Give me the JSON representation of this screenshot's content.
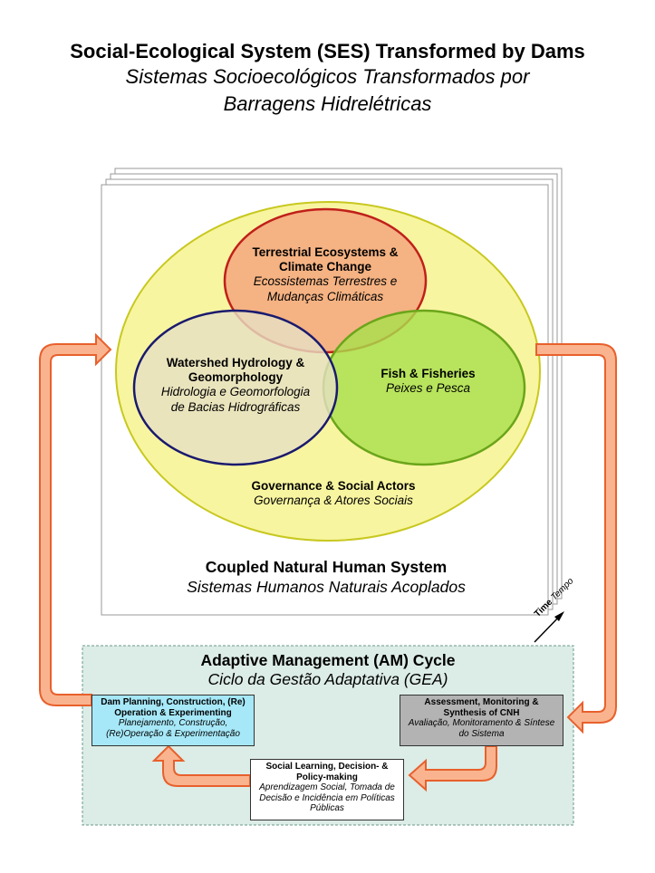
{
  "title": {
    "en": "Social-Ecological System (SES) Transformed by Dams",
    "pt_line1": "Sistemas Socioecológicos Transformados por",
    "pt_line2": "Barragens Hidrelétricas"
  },
  "circles": {
    "terrestrial": {
      "en_line1": "Terrestrial Ecosystems &",
      "en_line2": "Climate Change",
      "pt_line1": "Ecossistemas Terrestres e",
      "pt_line2": "Mudanças Climáticas",
      "color": "#f5a67c"
    },
    "watershed": {
      "en_line1": "Watershed Hydrology &",
      "en_line2": "Geomorphology",
      "pt_line1": "Hidrologia e Geomorfologia",
      "pt_line2": "de Bacias Hidrográficas",
      "color": "#e6e0c4"
    },
    "fish": {
      "en": "Fish & Fisheries",
      "pt": "Peixes e Pesca",
      "color": "#a8e04c"
    },
    "governance": {
      "en": "Governance & Social Actors",
      "pt": "Governança & Atores Sociais",
      "color": "#f8f5a0"
    }
  },
  "cnhs": {
    "en": "Coupled Natural Human System",
    "pt": "Sistemas Humanos Naturais Acoplados"
  },
  "time": {
    "en": "Time",
    "pt": "Tempo"
  },
  "am": {
    "title_en": "Adaptive Management (AM) Cycle",
    "title_pt": "Ciclo da Gestão Adaptativa (GEA)",
    "dam": {
      "en_line1": "Dam Planning, Construction, (Re)",
      "en_line2": "Operation & Experimenting",
      "pt_line1": "Planejamento, Construção,",
      "pt_line2": "(Re)Operação & Experimentação",
      "color": "#a6e8f8"
    },
    "assessment": {
      "en_line1": "Assessment, Monitoring &",
      "en_line2": "Synthesis of CNH",
      "pt_line1": "Avaliação, Monitoramento & Síntese",
      "pt_line2": "do Sistema",
      "color": "#b3b3b3"
    },
    "learning": {
      "en_line1": "Social Learning, Decision- &",
      "en_line2": "Policy-making",
      "pt_line1": "Aprendizagem Social, Tomada de",
      "pt_line2": "Decisão e Incidência em Políticas",
      "pt_line3": "Públicas",
      "color": "#ffffff"
    }
  },
  "colors": {
    "arrow_fill": "#f9b48f",
    "arrow_stroke": "#e8602c",
    "am_panel": "#dcece6"
  }
}
